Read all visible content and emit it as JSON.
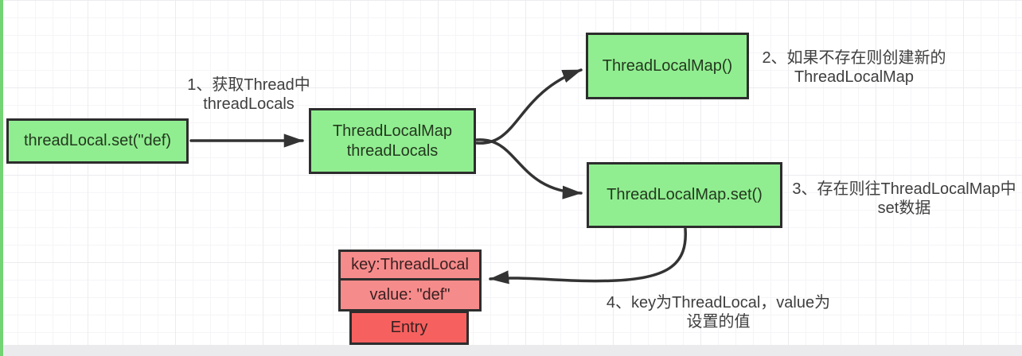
{
  "diagram": {
    "boxes": {
      "box_a": {
        "label": "threadLocal.set(\"def)"
      },
      "box_b": {
        "line1": "ThreadLocalMap",
        "line2": "threadLocals"
      },
      "box_c": {
        "label": "ThreadLocalMap()"
      },
      "box_d": {
        "label": "ThreadLocalMap.set()"
      },
      "entry_key": {
        "label": "key:ThreadLocal"
      },
      "entry_value": {
        "label": "value: \"def\""
      },
      "entry": {
        "label": "Entry"
      }
    },
    "notes": {
      "note1": {
        "line1": "1、获取Thread中",
        "line2": "threadLocals"
      },
      "note2": {
        "line1": "2、如果不存在则创建新的",
        "line2": "ThreadLocalMap"
      },
      "note3": {
        "line1": "3、存在则往ThreadLocalMap中",
        "line2": "set数据"
      },
      "note4": {
        "line1": "4、key为ThreadLocal，value为",
        "line2": "设置的值"
      }
    },
    "colors": {
      "node_green": "#90ee90",
      "node_pink": "#f68b8b",
      "node_red": "#f6615f",
      "node_border": "#2d2d2d",
      "arrow": "#333333",
      "note_text": "#3f3f3f",
      "left_strip": "#72d472",
      "bottom_strip": "#ebebee"
    }
  }
}
